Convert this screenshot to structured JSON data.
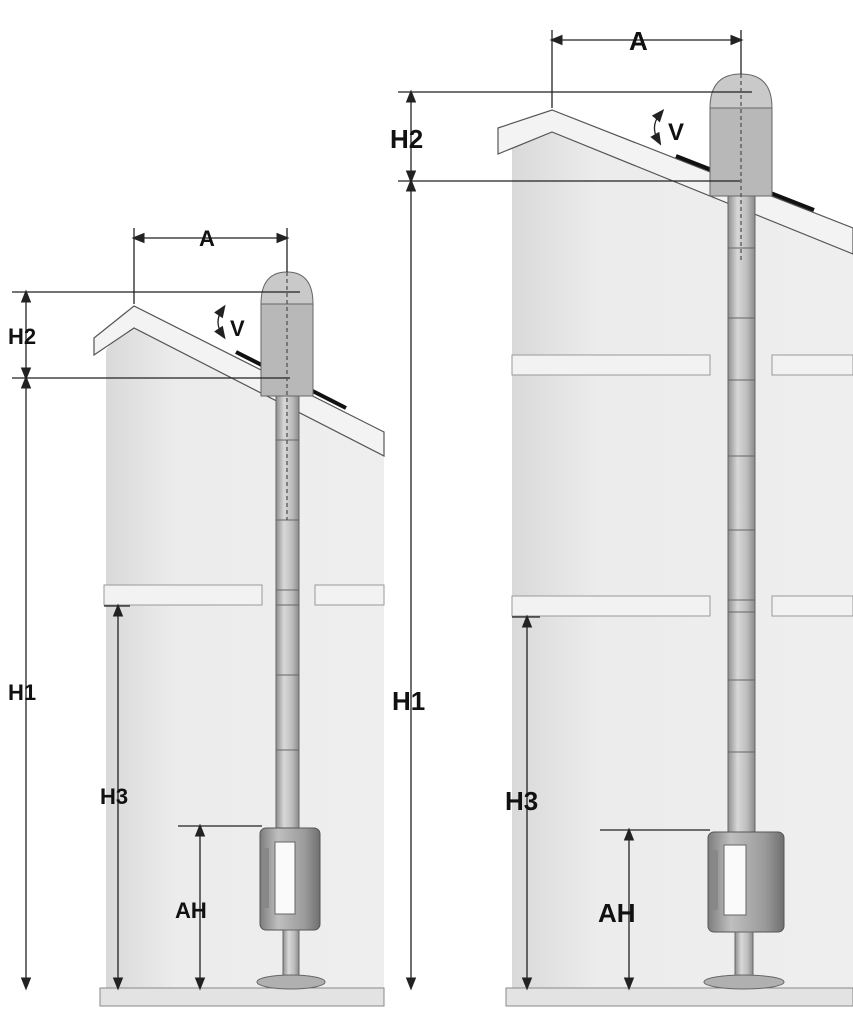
{
  "colors": {
    "background": "#ffffff",
    "wall": "#e9e9e9",
    "roof": "#f0f0f0",
    "pipe": "#c2c2c2",
    "pipe_dark": "#9a9a9a",
    "line": "#222222"
  },
  "left_diagram": {
    "label_a": "A",
    "label_h1": "H1",
    "label_h2": "H2",
    "label_h3": "H3",
    "label_ah": "AH",
    "label_v": "V"
  },
  "right_diagram": {
    "label_a": "A",
    "label_h1": "H1",
    "label_h2": "H2",
    "label_h3": "H3",
    "label_ah": "AH",
    "label_v": "V"
  }
}
